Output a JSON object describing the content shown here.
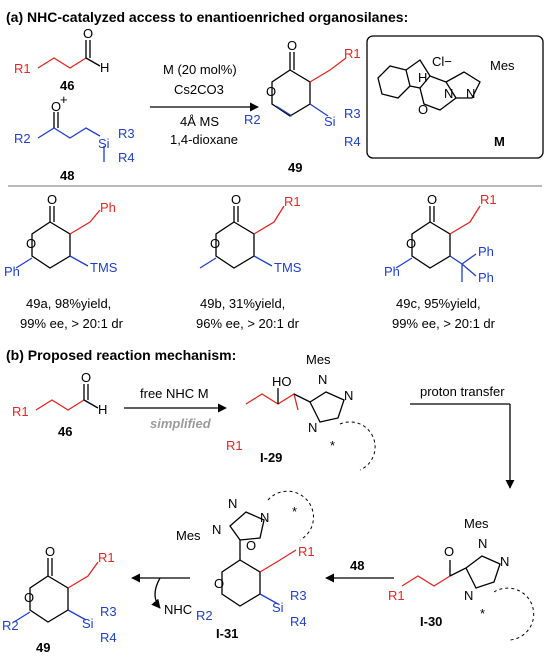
{
  "section_a": {
    "header": "(a) NHC-catalyzed access to enantioenriched organosilanes:",
    "compound_46": "46",
    "compound_48": "48",
    "compound_49": "49",
    "plus": "+",
    "conditions": [
      "M (20 mol%)",
      "Cs2CO3",
      "4Å MS",
      "1,4-dioxane"
    ],
    "catalyst": {
      "counterion": "Cl−",
      "aryl": "Mes",
      "label": "M"
    },
    "groups": {
      "r1": "R1",
      "r2": "R2",
      "r3": "R3",
      "r4": "R4",
      "si": "Si"
    }
  },
  "products": [
    {
      "id": "49a",
      "text": "49a, 98%yield,",
      "line2": "99% ee, > 20:1 dr",
      "subst": "Ph",
      "silyl": "TMS",
      "aryl": "Ph"
    },
    {
      "id": "49b",
      "text": "49b, 31%yield,",
      "line2": "96% ee, > 20:1 dr",
      "subst": "R1",
      "silyl": "TMS"
    },
    {
      "id": "49c",
      "text": "49c, 95%yield,",
      "line2": "99% ee, > 20:1 dr",
      "subst": "R1",
      "silyl_ph1": "Ph",
      "silyl_ph2": "Ph",
      "aryl": "Ph"
    }
  ],
  "section_b": {
    "header": "(b) Proposed reaction mechanism:",
    "step1_label": "free NHC M",
    "step1_sub": "simplified",
    "step2_label": "proton transfer",
    "step3_label": "48",
    "release": "NHC",
    "intermediates": [
      "I-29",
      "I-30",
      "I-31"
    ],
    "compound_46": "46",
    "compound_49": "49",
    "star": "*"
  },
  "colors": {
    "red": "#e8251f",
    "blue": "#1e3fcf",
    "gray": "#9b9b9b",
    "separator": "#b9b9b9"
  }
}
